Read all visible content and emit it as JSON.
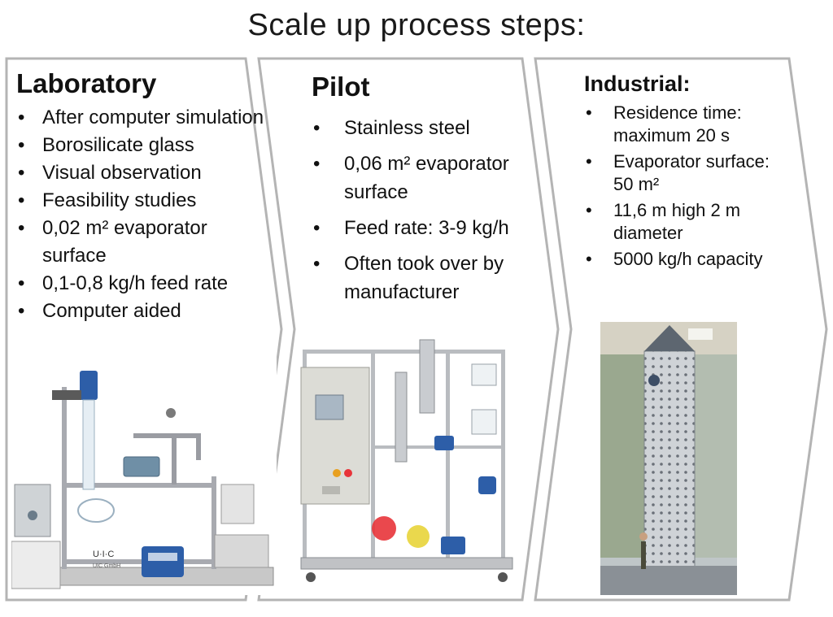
{
  "title": "Scale up process steps:",
  "columns": [
    {
      "heading": "Laboratory",
      "items": [
        "After computer simulation",
        "Borosilicate glass",
        "Visual observation",
        "Feasibility studies",
        "0,02 m² evaporator surface",
        "0,1-0,8 kg/h feed rate",
        "Computer aided"
      ]
    },
    {
      "heading": "Pilot",
      "items": [
        "Stainless steel",
        "0,06 m² evaporator surface",
        "Feed rate: 3-9 kg/h",
        "Often took over by manufacturer"
      ]
    },
    {
      "heading": "Industrial:",
      "items": [
        "Residence time: maximum 20 s",
        "Evaporator surface: 50 m²",
        "11,6 m high 2 m diameter",
        "5000 kg/h capacity"
      ]
    }
  ],
  "photo_text": {
    "lab_brand": "U·I·C",
    "lab_brand_sub": "UIC GmbH"
  },
  "colors": {
    "chevron_stroke": "#b4b4b4",
    "pilot_panel": "#dcdcd6",
    "stainless": "#c9ccd0",
    "blue_pump": "#2d5ea8",
    "red_flask": "#e8343a",
    "yellow_flask": "#e8d43a"
  }
}
